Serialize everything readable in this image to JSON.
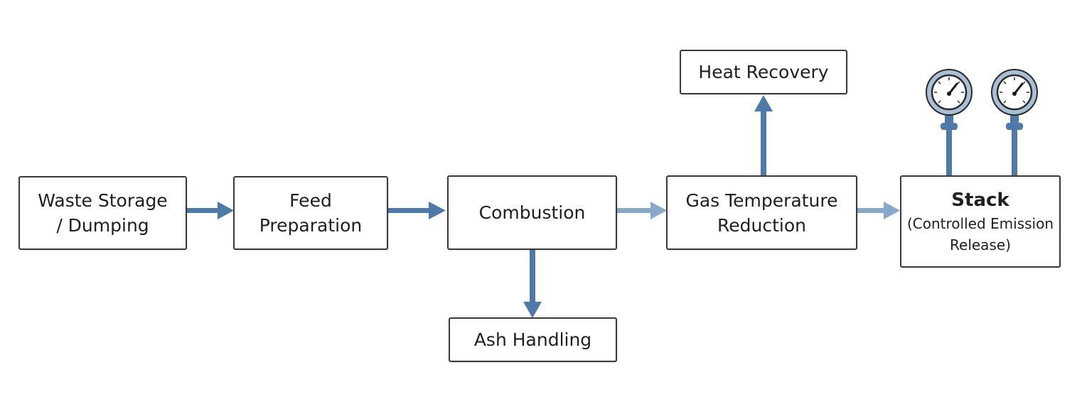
{
  "nodes": {
    "waste_storage": {
      "line1": "Waste Storage",
      "line2": "/ Dumping"
    },
    "feed_preparation": {
      "line1": "Feed",
      "line2": "Preparation"
    },
    "combustion": {
      "label": "Combustion"
    },
    "ash_handling": {
      "label": "Ash Handling"
    },
    "gas_temperature_reduction": {
      "line1": "Gas Temperature",
      "line2": "Reduction"
    },
    "heat_recovery": {
      "label": "Heat Recovery"
    },
    "stack": {
      "title": "Stack",
      "sub1": "(Controlled Emission",
      "sub2": "Release)"
    }
  },
  "edges": [
    {
      "from": "waste_storage",
      "to": "feed_preparation"
    },
    {
      "from": "feed_preparation",
      "to": "combustion"
    },
    {
      "from": "combustion",
      "to": "gas_temperature_reduction"
    },
    {
      "from": "combustion",
      "to": "ash_handling"
    },
    {
      "from": "gas_temperature_reduction",
      "to": "heat_recovery"
    },
    {
      "from": "gas_temperature_reduction",
      "to": "stack"
    }
  ],
  "gauges": [
    {
      "icon": "pressure-gauge-icon"
    },
    {
      "icon": "pressure-gauge-icon"
    }
  ],
  "colors": {
    "arrow_dark": "#4f79a6",
    "arrow_light": "#88a9c9",
    "box_border": "#3a3a3a",
    "gauge_rim": "#a9bfd6"
  }
}
